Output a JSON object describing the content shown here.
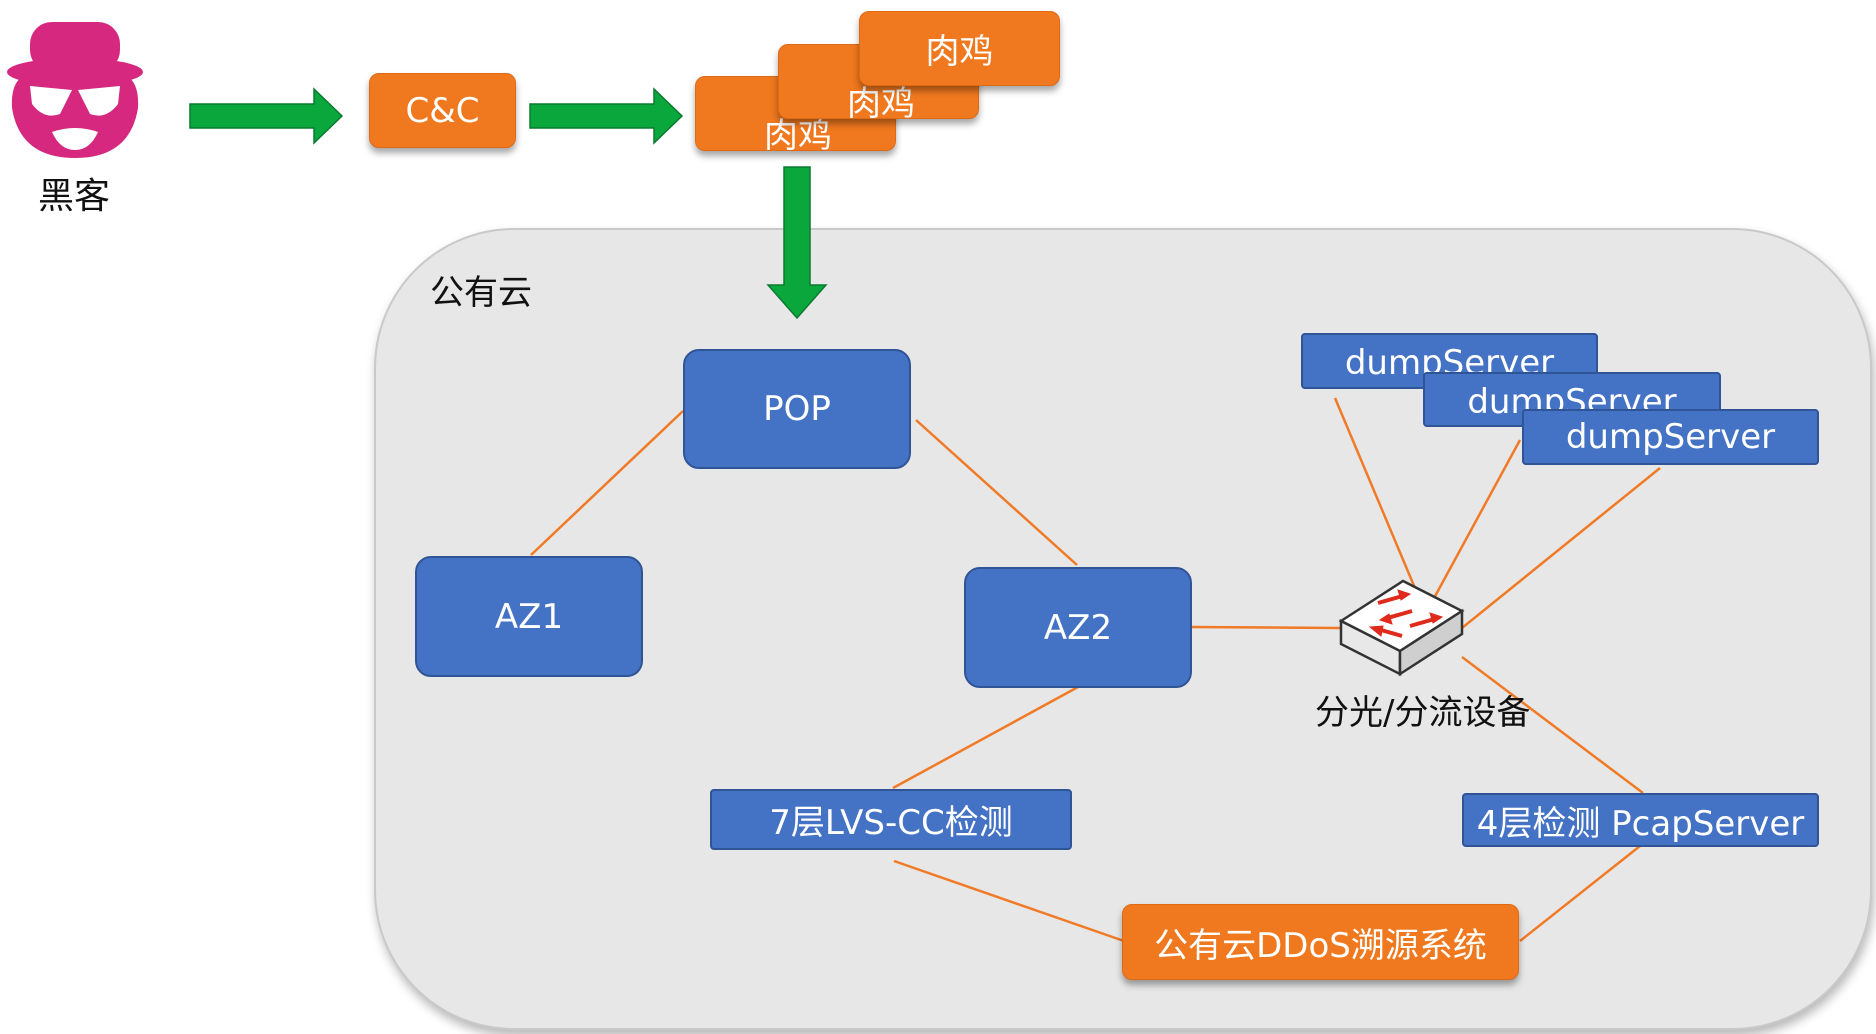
{
  "hacker": {
    "label": "黑客",
    "icon": "hacker-spy-icon",
    "color": "#d6287e"
  },
  "cnc": {
    "label": "C&C"
  },
  "bots": {
    "labels": [
      "肉鸡",
      "肉鸡",
      "肉鸡"
    ]
  },
  "cloud": {
    "label": "公有云"
  },
  "nodes": {
    "pop": "POP",
    "az1": "AZ1",
    "az2": "AZ2",
    "lvs": "7层LVS-CC检测",
    "pcap": "4层检测 PcapServer",
    "ddos": "公有云DDoS溯源系统",
    "switch": "分光/分流设备"
  },
  "dump_servers": [
    "dumpServer",
    "dumpServer",
    "dumpServer"
  ],
  "colors": {
    "orange": "#f0781e",
    "blue": "#4472c4",
    "arrow_green": "#0aa83c",
    "line_orange": "#f07a26",
    "cloud_bg": "#e7e7e7"
  }
}
